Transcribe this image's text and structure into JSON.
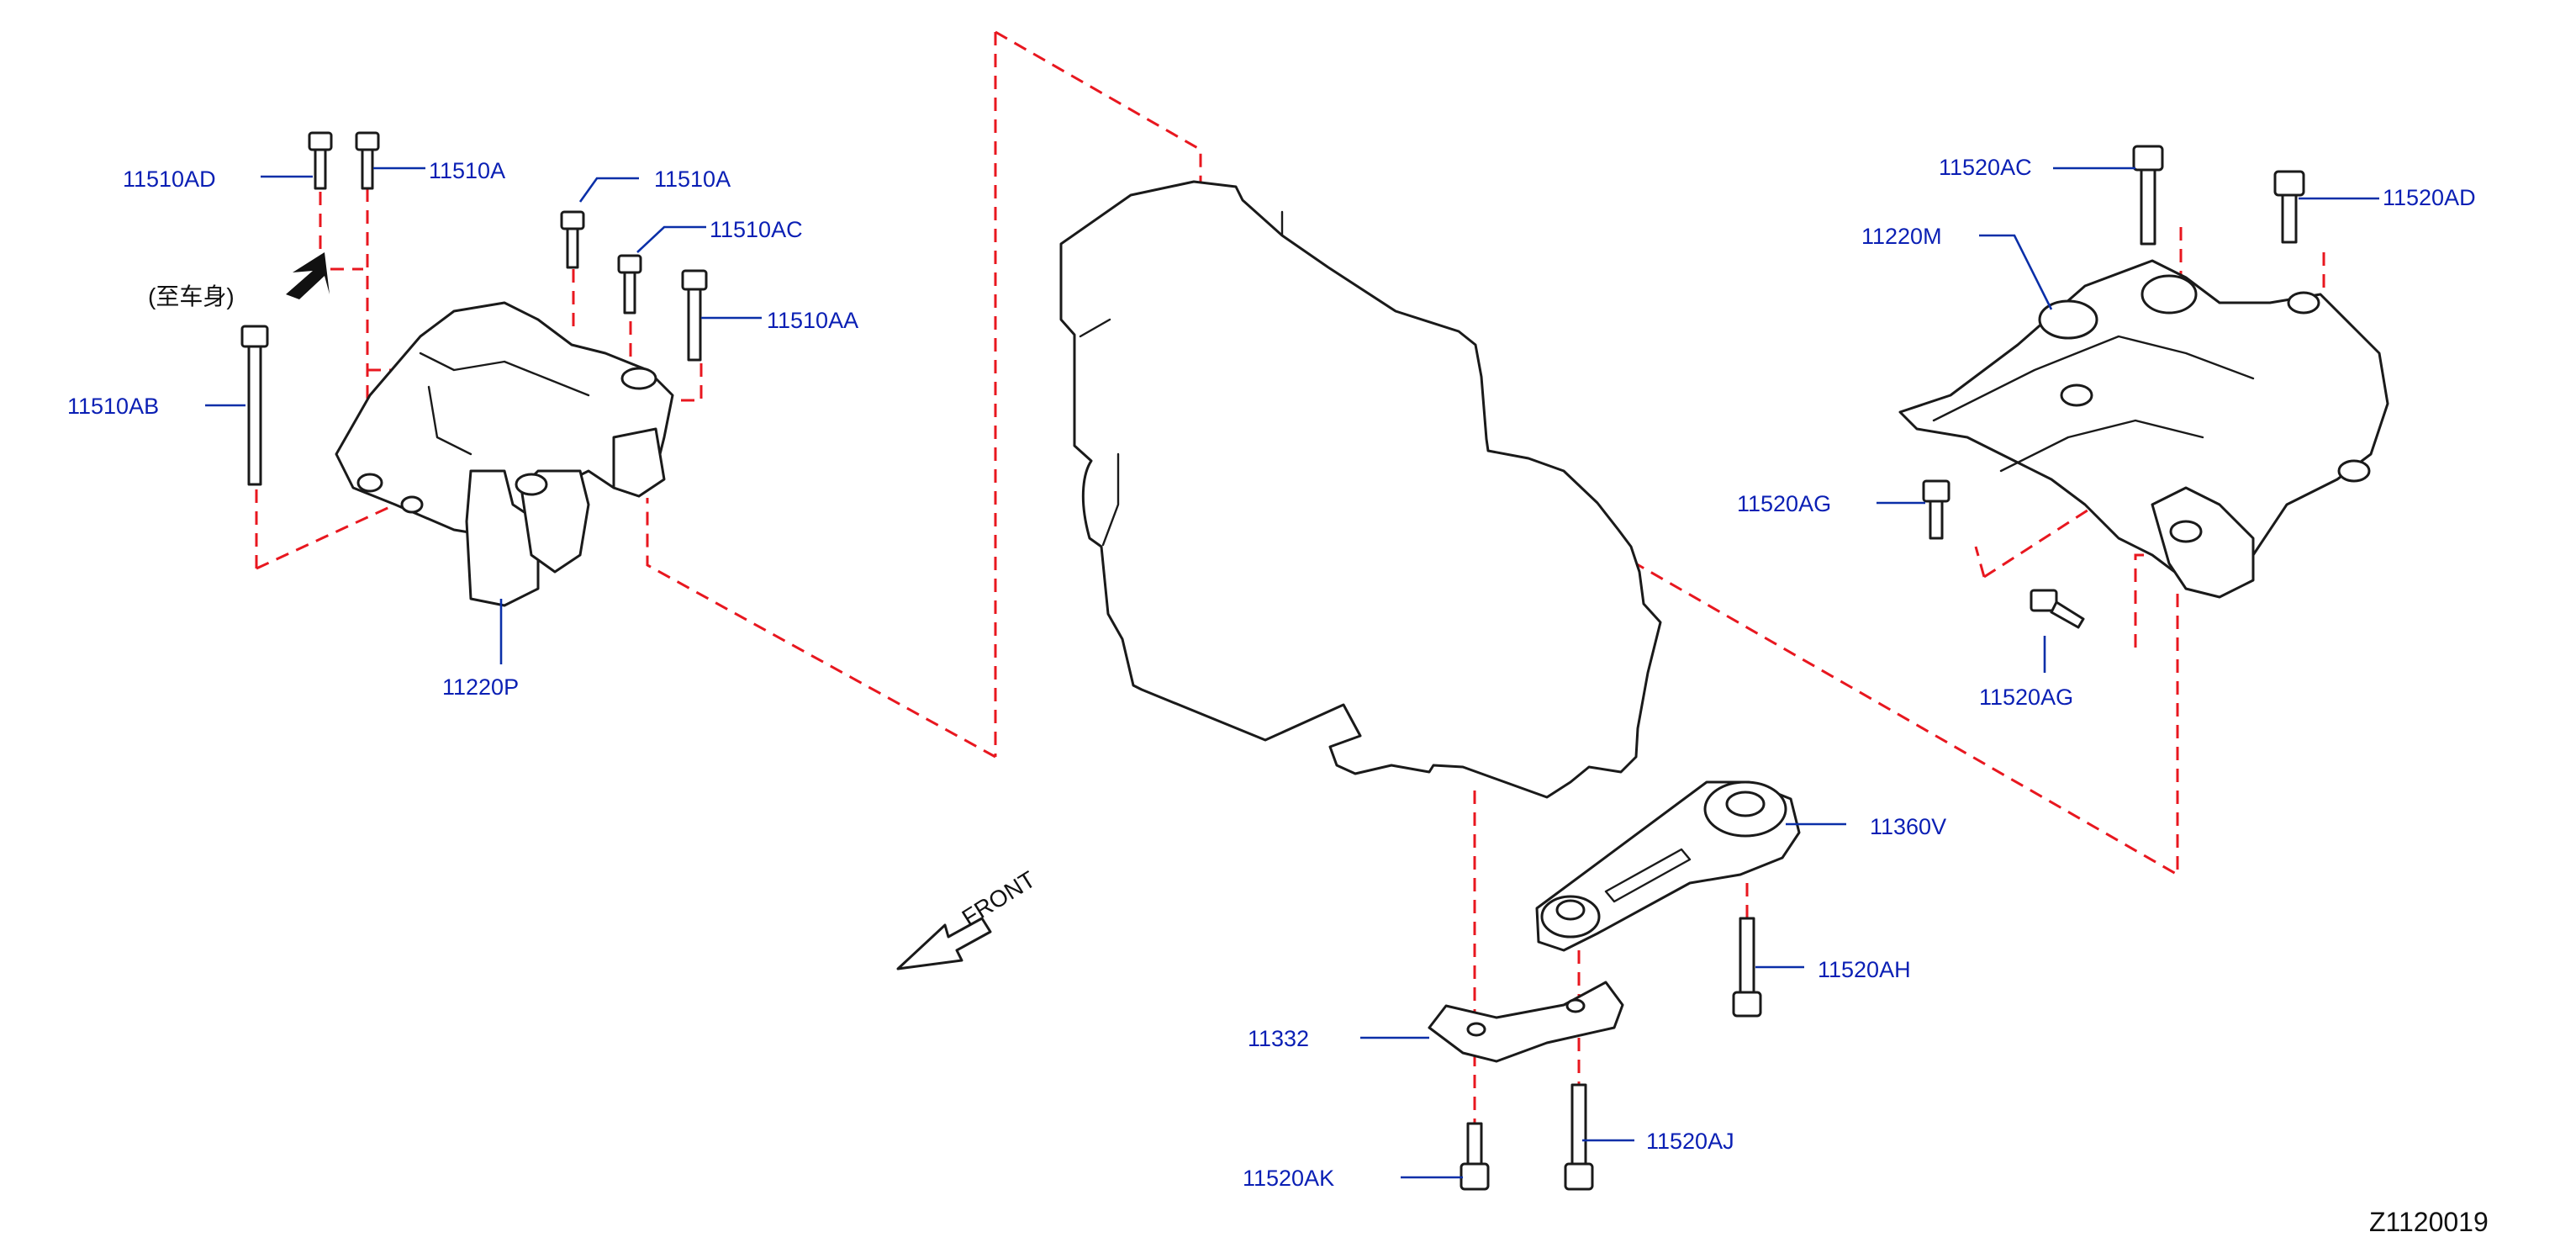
{
  "labels": {
    "p11510AD": "11510AD",
    "p11510A_1": "11510A",
    "p11510A_2": "11510A",
    "p11510AC": "11510AC",
    "p11510AA": "11510AA",
    "p11510AB": "11510AB",
    "p11220P": "11220P",
    "p11520AC": "11520AC",
    "p11520AD": "11520AD",
    "p11220M": "11220M",
    "p11520AG_1": "11520AG",
    "p11520AG_2": "11520AG",
    "p11360V": "11360V",
    "p11520AH": "11520AH",
    "p11332": "11332",
    "p11520AJ": "11520AJ",
    "p11520AK": "11520AK"
  },
  "to_body": "(至车身)",
  "front": "FRONT",
  "diagram_code": "Z1120019",
  "colors": {
    "part_label": "#0a1fb4",
    "leader_line": "#0a2fa8",
    "phantom_line": "#e8171f",
    "outline": "#1a1a1a"
  }
}
